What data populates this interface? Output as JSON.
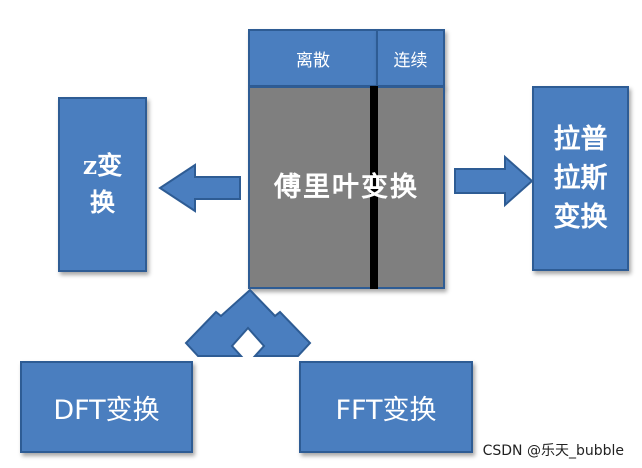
{
  "diagram": {
    "center": {
      "discrete_label": "离散",
      "continuous_label": "连续",
      "title": "傅里叶变换"
    },
    "left_box": {
      "line1": "z变",
      "line2": "换"
    },
    "right_box": {
      "line1": "拉普",
      "line2": "拉斯",
      "line3": "变换"
    },
    "bottom_left": {
      "label": "DFT变换"
    },
    "bottom_right": {
      "label": "FFT变换"
    }
  },
  "watermark": {
    "text": "CSDN @乐天_bubble"
  },
  "colors": {
    "box_fill": "#4a7ebf",
    "box_border": "#2e5c94",
    "panel_gray": "#7f7f7f",
    "divider": "#000000"
  }
}
